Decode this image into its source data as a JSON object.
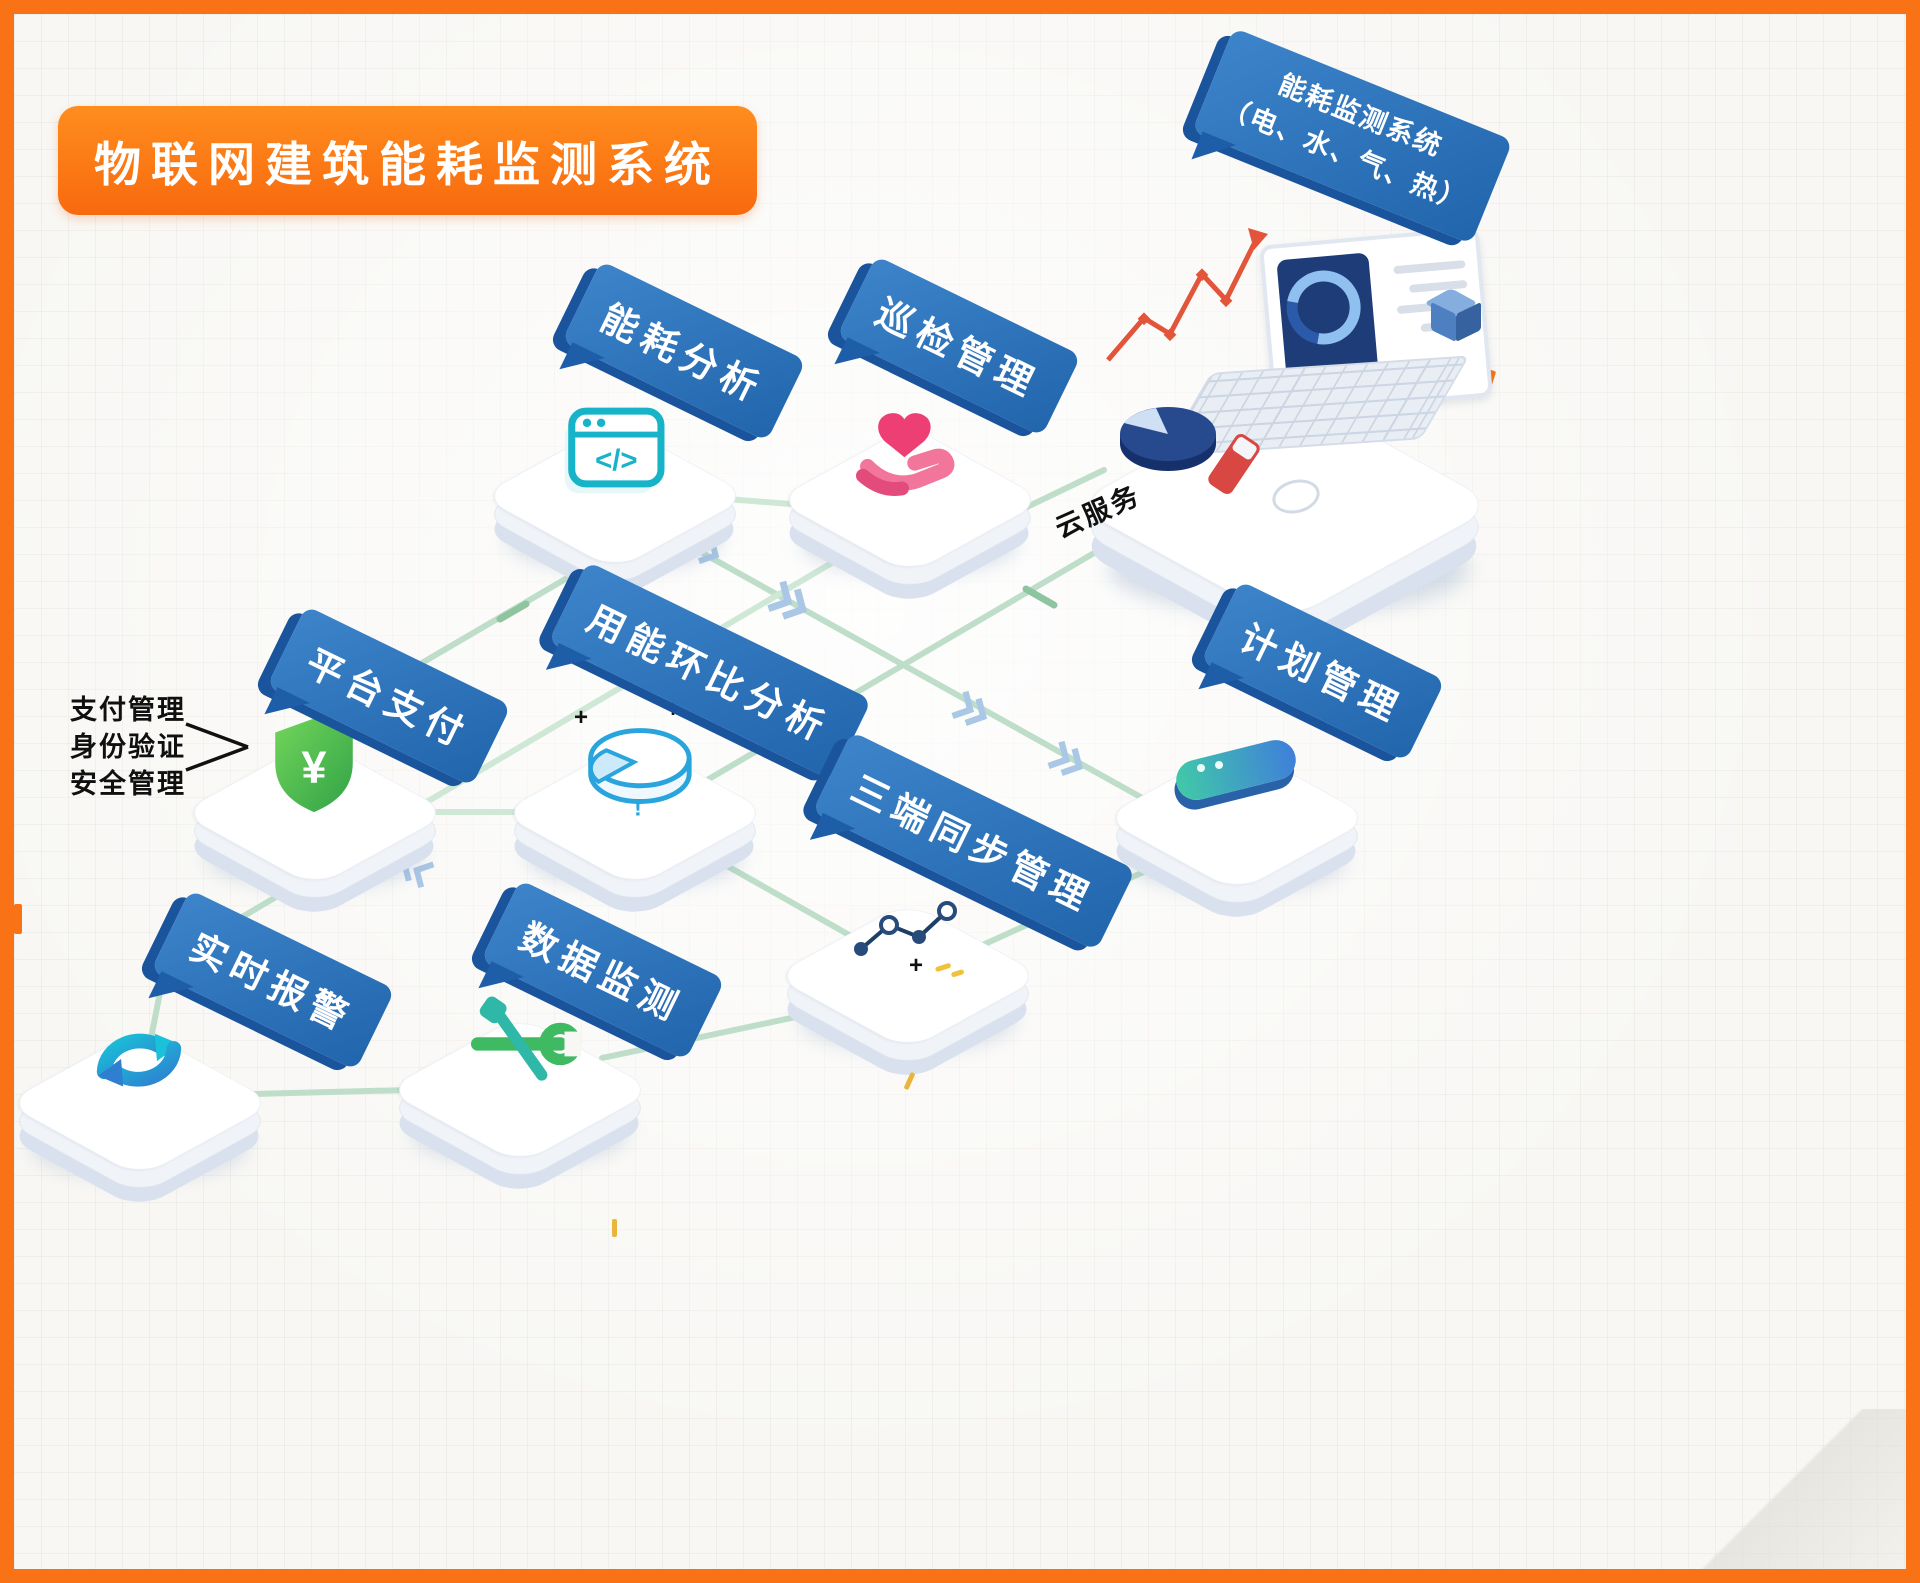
{
  "title": "物联网建筑能耗监测系统",
  "cloud_label": "云服务",
  "side_note": {
    "lines": [
      "支付管理",
      "身份验证",
      "安全管理"
    ]
  },
  "nodes": [
    {
      "id": "energy-analysis",
      "label": "能耗分析",
      "icon": "code-window-icon"
    },
    {
      "id": "inspection-mgmt",
      "label": "巡检管理",
      "icon": "hand-heart-icon"
    },
    {
      "id": "energy-monitor-system",
      "label": "能耗监测系统",
      "label2": "（电、水、气、热）",
      "icon": "laptop-dashboard-icon"
    },
    {
      "id": "platform-payment",
      "label": "平台支付",
      "icon": "shield-yuan-icon"
    },
    {
      "id": "energy-mom-analysis",
      "label": "用能环比分析",
      "icon": "pie-cylinder-icon"
    },
    {
      "id": "plan-mgmt",
      "label": "计划管理",
      "icon": "server-box-icon"
    },
    {
      "id": "three-terminal-sync",
      "label": "三端同步管理",
      "icon": "network-nodes-icon"
    },
    {
      "id": "realtime-alarm",
      "label": "实时报警",
      "icon": "sync-arrows-icon"
    },
    {
      "id": "data-monitoring",
      "label": "数据监测",
      "icon": "tools-icon"
    }
  ],
  "colors": {
    "frame_orange": "#f97316",
    "title_orange": "#f8690e",
    "bubble_blue": "#2f74ba",
    "bubble_blue_dark": "#1a549c",
    "connector_green": "#bedec9",
    "chevron_blue": "#aac7e6"
  }
}
